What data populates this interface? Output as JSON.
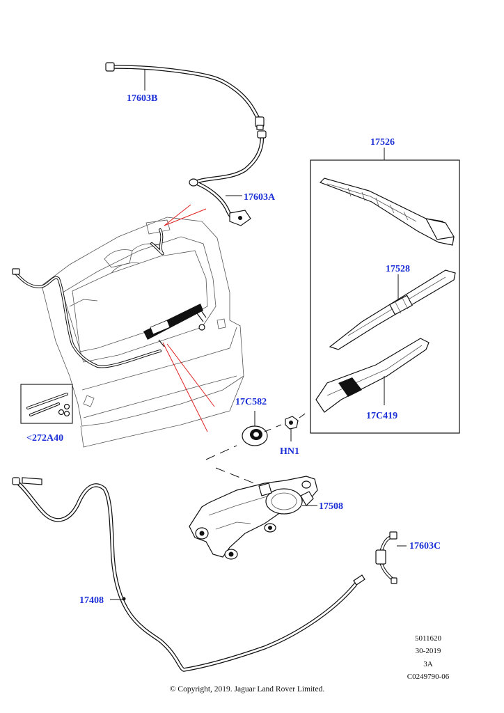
{
  "callouts": {
    "c17603B": "17603B",
    "c17603A": "17603A",
    "c17526": "17526",
    "c17528": "17528",
    "c17C419": "17C419",
    "c17C582": "17C582",
    "cHN1": "HN1",
    "c272A40": "<272A40",
    "c17508": "17508",
    "c17603C": "17603C",
    "c17408": "17408"
  },
  "info_block": {
    "line1": "5011620",
    "line2": "30-2019",
    "line3": "3A",
    "line4": "C0249790-06"
  },
  "copyright": "© Copyright, 2019. Jaguar Land Rover Limited.",
  "colors": {
    "callout_text": "#1a2fd6",
    "highlight_lines": "#e02020",
    "line_art": "#111111"
  }
}
